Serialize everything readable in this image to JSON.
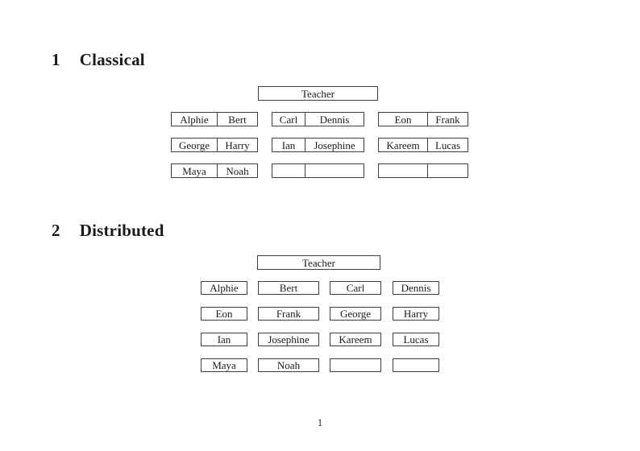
{
  "document": {
    "page_number": "1",
    "ink_color": "#1a1a1a",
    "border_color": "#3d3d3d"
  },
  "classical": {
    "section_number": "1",
    "section_title": "Classical",
    "teacher_label": "Teacher",
    "desk_rows": [
      {
        "desks": [
          {
            "left": "Alphie",
            "right": "Bert"
          },
          {
            "left": "Carl",
            "right": "Dennis"
          },
          {
            "left": "Eon",
            "right": "Frank"
          }
        ]
      },
      {
        "desks": [
          {
            "left": "George",
            "right": "Harry"
          },
          {
            "left": "Ian",
            "right": "Josephine"
          },
          {
            "left": "Kareem",
            "right": "Lucas"
          }
        ]
      },
      {
        "desks": [
          {
            "left": "Maya",
            "right": "Noah"
          },
          {
            "left": "",
            "right": ""
          },
          {
            "left": "",
            "right": ""
          }
        ]
      }
    ]
  },
  "distributed": {
    "section_number": "2",
    "section_title": "Distributed",
    "teacher_label": "Teacher",
    "desk_rows": [
      {
        "desks": [
          "Alphie",
          "Bert",
          "Carl",
          "Dennis"
        ]
      },
      {
        "desks": [
          "Eon",
          "Frank",
          "George",
          "Harry"
        ]
      },
      {
        "desks": [
          "Ian",
          "Josephine",
          "Kareem",
          "Lucas"
        ]
      },
      {
        "desks": [
          "Maya",
          "Noah",
          "",
          ""
        ]
      }
    ]
  }
}
